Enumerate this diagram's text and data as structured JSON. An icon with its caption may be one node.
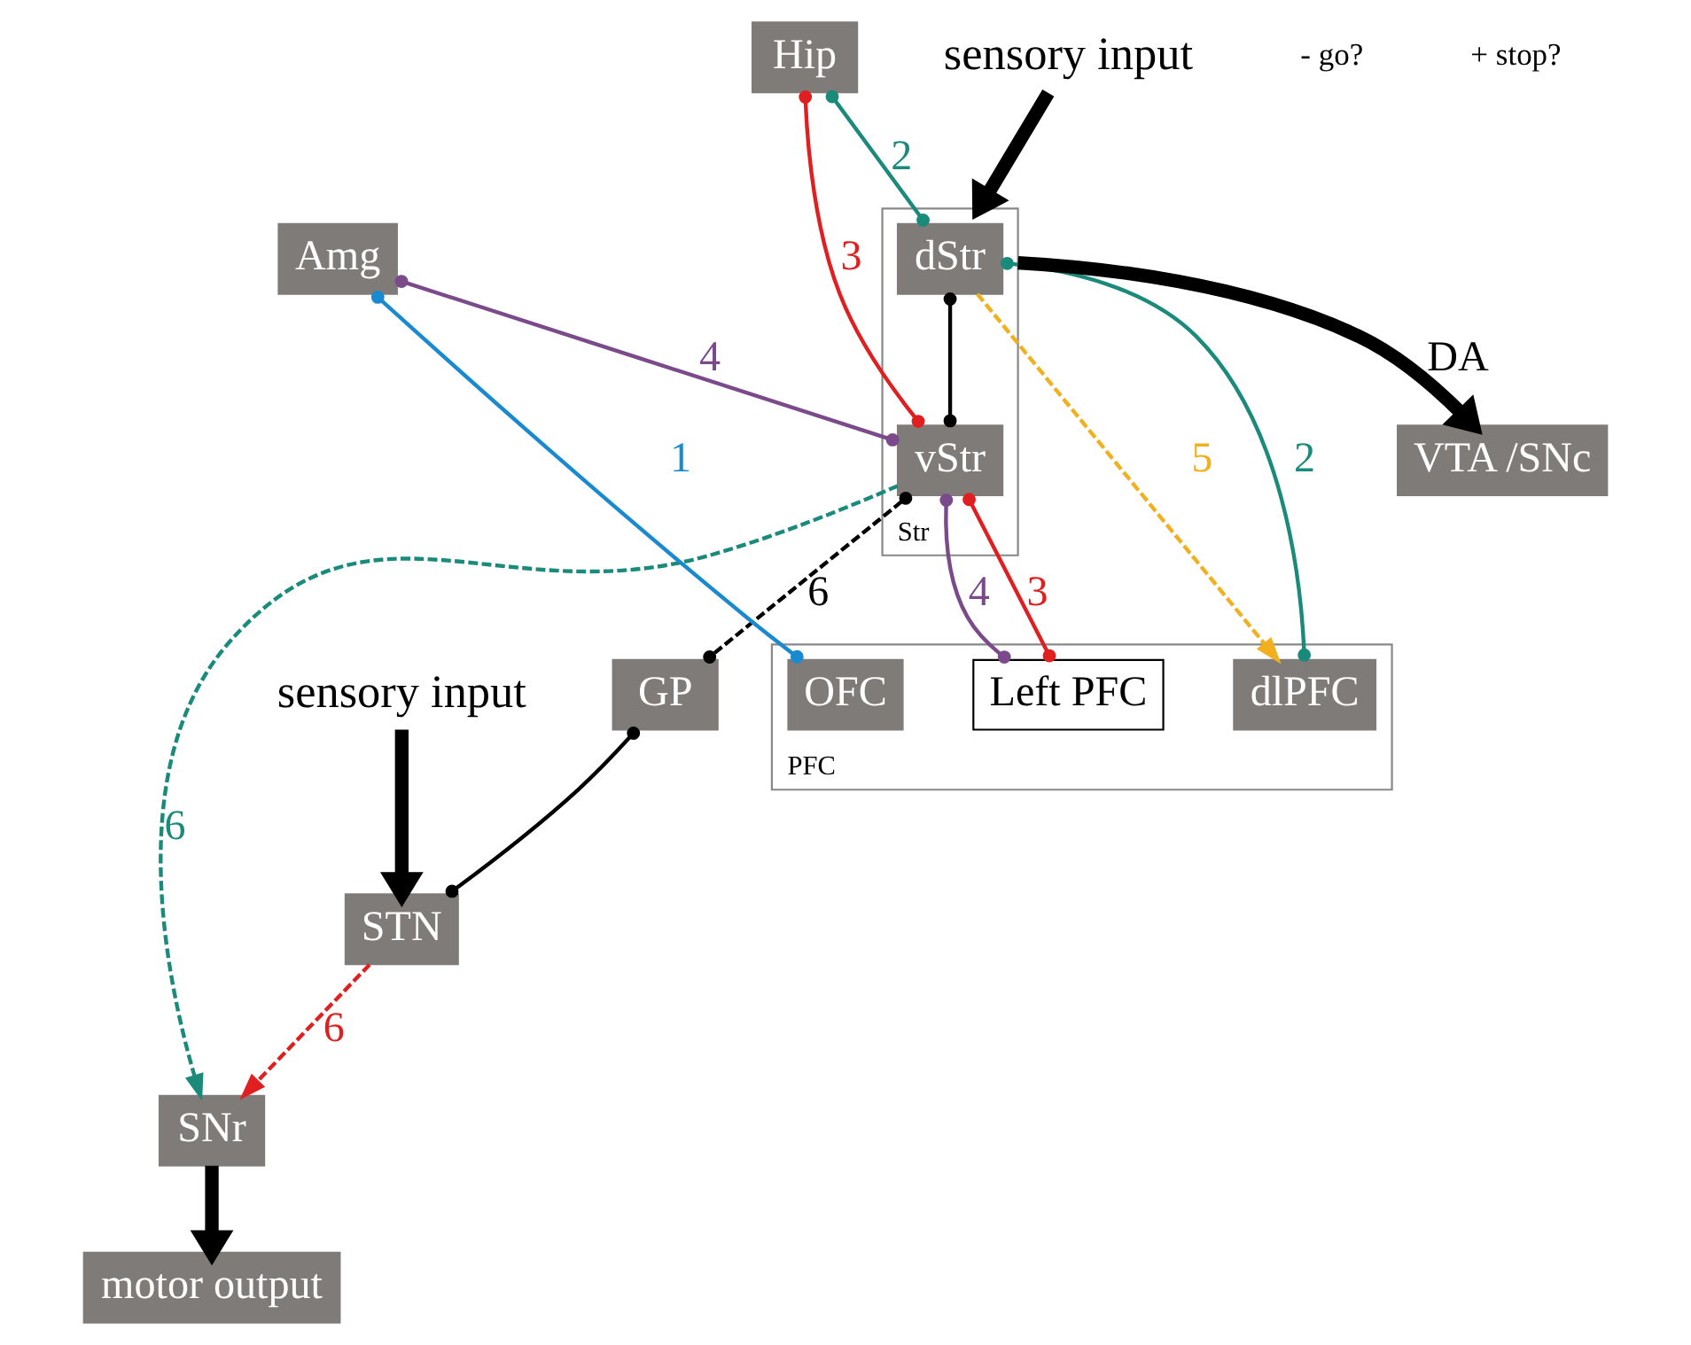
{
  "diagram": {
    "nodes": [
      {
        "text": [
          "sensory input"
        ]
      },
      {
        "text": [
          "Str"
        ]
      },
      {
        "text": [
          "dStr"
        ],
        "in": 1
      },
      {
        "text": [
          "vStr"
        ],
        "in": 1
      },
      {
        "text": [
          "PFC"
        ]
      },
      {
        "text": [
          "Left PFC"
        ],
        "in": 4
      },
      {
        "text": [
          "dlPFC"
        ],
        "in": 4
      },
      {
        "text": [
          "OFC"
        ],
        "in": 4
      },
      {
        "text": [
          "Hip"
        ]
      },
      {
        "text": [
          "Amg"
        ]
      },
      {
        "text": [
          "VTA /SNc"
        ]
      },
      {
        "text": [
          "GP"
        ]
      },
      {
        "text": [
          "STN"
        ]
      },
      {
        "text": [
          "SNr"
        ]
      },
      {
        "text": [
          "motor output"
        ]
      },
      {
        "text": [
          "sensory input"
        ]
      }
    ],
    "edges": [
      {
        "from": 0,
        "to": 1,
        "arrow": "to",
        "style": "thick"
      },
      {
        "from": 1,
        "to": 10,
        "arrow": "to",
        "label": "DA",
        "style": "thick"
      },
      {
        "from": 2,
        "to": 6,
        "arrow": "other",
        "label": "2",
        "color": "#1a8a7a"
      },
      {
        "from": 8,
        "to": 2,
        "arrow": "other",
        "label": "2",
        "color": "#1a8a7a"
      },
      {
        "from": 2,
        "to": 3,
        "arrow": "other"
      },
      {
        "from": 8,
        "to": 3,
        "arrow": "other",
        "label": "3",
        "color": "#e02020"
      },
      {
        "from": 3,
        "to": 5,
        "arrow": "other",
        "label": "3",
        "color": "#e02020"
      },
      {
        "from": 2,
        "to": 6,
        "arrow": "to",
        "label": "5",
        "style": "dashed",
        "color": "#f0b020"
      },
      {
        "from": 9,
        "to": 3,
        "arrow": "other",
        "label": "4",
        "color": "#7a4a8a"
      },
      {
        "from": 3,
        "to": 5,
        "arrow": "other",
        "label": "4",
        "color": "#7a4a8a"
      },
      {
        "from": 9,
        "to": 7,
        "arrow": "other",
        "label": "1",
        "color": "#1a8ad0"
      },
      {
        "from": 3,
        "to": 11,
        "arrow": "other",
        "label": "6",
        "style": "dashed"
      },
      {
        "from": 3,
        "to": 13,
        "arrow": "to",
        "label": "6",
        "style": "dashed",
        "color": "#1a8a7a"
      },
      {
        "from": 11,
        "to": 12,
        "arrow": "other"
      },
      {
        "from": 12,
        "to": 13,
        "arrow": "to",
        "label": "6",
        "style": "dashed",
        "color": "#e02020"
      },
      {
        "from": 13,
        "to": 14,
        "arrow": "to",
        "style": "thick"
      },
      {
        "from": 15,
        "to": 12,
        "arrow": "to",
        "style": "thick"
      }
    ],
    "labels": [
      "- go?",
      "+ stop?"
    ]
  }
}
